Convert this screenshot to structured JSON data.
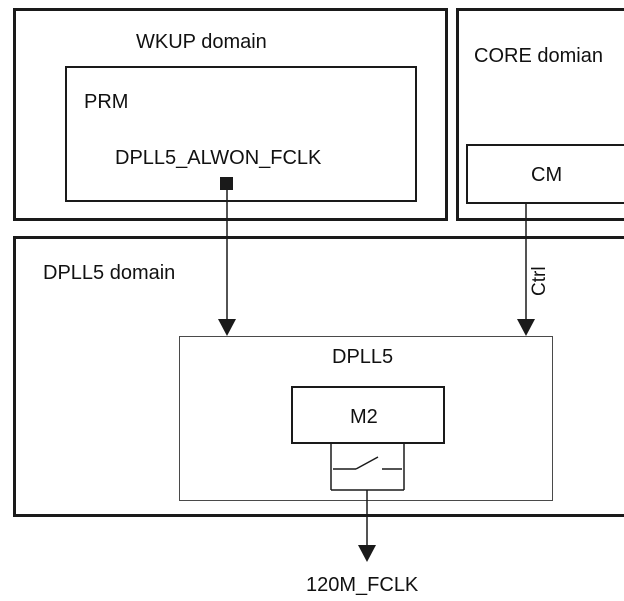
{
  "diagram": {
    "wkup_domain": {
      "title": "WKUP domain"
    },
    "prm": {
      "title": "PRM",
      "signal": "DPLL5_ALWON_FCLK"
    },
    "core_domain": {
      "title": "CORE domian"
    },
    "cm": {
      "title": "CM"
    },
    "dpll5_domain": {
      "title": "DPLL5 domain"
    },
    "dpll5": {
      "title": "DPLL5"
    },
    "m2": {
      "title": "M2"
    },
    "ctrl_label": "Ctrl",
    "output_label": "120M_FCLK"
  },
  "colors": {
    "line": "#1a1a1a",
    "background": "#ffffff"
  }
}
